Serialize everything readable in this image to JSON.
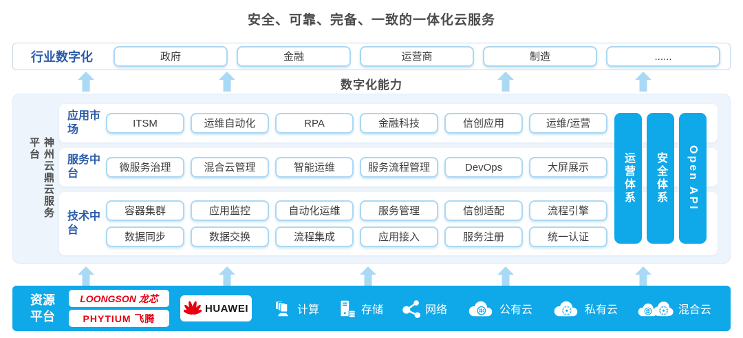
{
  "title": "安全、可靠、完备、一致的一体化云服务",
  "industry": {
    "label": "行业数字化",
    "items": [
      "政府",
      "金融",
      "运营商",
      "制造",
      "......"
    ]
  },
  "capability_label": "数字化能力",
  "platform": {
    "side_label": "神州云鼎云服务平台",
    "rows": [
      {
        "label": "应用市场",
        "lines": [
          [
            "ITSM",
            "运维自动化",
            "RPA",
            "金融科技",
            "信创应用",
            "运维/运营"
          ]
        ]
      },
      {
        "label": "服务中台",
        "lines": [
          [
            "微服务治理",
            "混合云管理",
            "智能运维",
            "服务流程管理",
            "DevOps",
            "大屏展示"
          ]
        ]
      },
      {
        "label": "技术中台",
        "lines": [
          [
            "容器集群",
            "应用监控",
            "自动化运维",
            "服务管理",
            "信创适配",
            "流程引擎"
          ],
          [
            "数据同步",
            "数据交换",
            "流程集成",
            "应用接入",
            "服务注册",
            "统一认证"
          ]
        ]
      }
    ],
    "pillars": [
      "运营体系",
      "安全体系",
      "Open API"
    ]
  },
  "resource": {
    "label": "资源平台",
    "vendors": {
      "loongson": "LOONGSON 龙芯",
      "phytium": "PHYTIUM 飞腾",
      "huawei": "HUAWEI"
    },
    "items": [
      {
        "icon": "compute-icon",
        "label": "计算"
      },
      {
        "icon": "storage-icon",
        "label": "存储"
      },
      {
        "icon": "network-icon",
        "label": "网络"
      },
      {
        "icon": "public-cloud-icon",
        "label": "公有云"
      },
      {
        "icon": "private-cloud-icon",
        "label": "私有云"
      },
      {
        "icon": "hybrid-cloud-icon",
        "label": "混合云"
      }
    ]
  },
  "colors": {
    "accent_blue": "#0fa8e8",
    "arrow_blue": "#a9d9f5",
    "panel_bg": "#edf4fb",
    "box_border": "#abd8f3",
    "label_blue": "#2a5caa",
    "brand_red": "#e60012",
    "text_dark": "#4b4b4b"
  }
}
